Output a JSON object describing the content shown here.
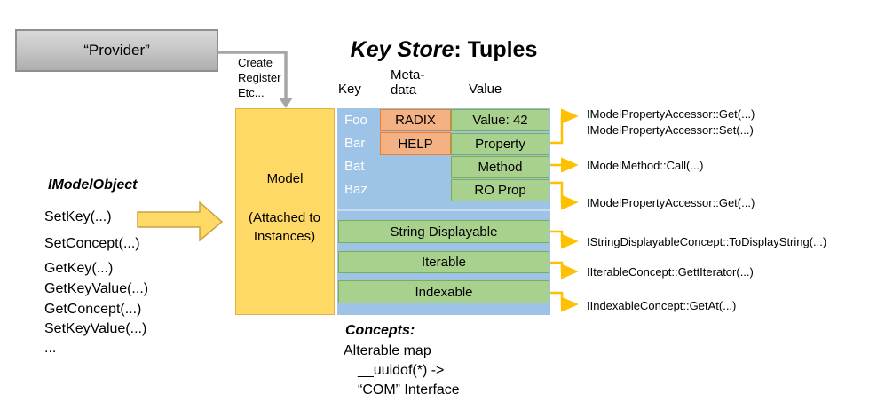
{
  "title": {
    "emphasis": "Key Store",
    "rest": ": Tuples"
  },
  "provider": {
    "label": "“Provider”",
    "actions": [
      "Create",
      "Register",
      "Etc..."
    ]
  },
  "columns": {
    "key": "Key",
    "meta_line1": "Meta-",
    "meta_line2": "data",
    "value": "Value"
  },
  "model": {
    "title": "Model",
    "subtitle": "(Attached to Instances)"
  },
  "table": {
    "keys": [
      "Foo",
      "Bar",
      "Bat",
      "Baz"
    ],
    "metadata": [
      "RADIX",
      "HELP"
    ],
    "values": [
      "Value: 42",
      "Property",
      "Method",
      "RO Prop"
    ],
    "concept_rows": [
      "String Displayable",
      "Iterable",
      "Indexable"
    ]
  },
  "imodel": {
    "heading": "IModelObject",
    "methods": [
      "SetKey(...)",
      "SetConcept(...)",
      "GetKey(...)",
      "GetKeyValue(...)",
      "GetConcept(...)",
      "SetKeyValue(...)",
      "..."
    ]
  },
  "annotations": [
    "IModelPropertyAccessor::Get(...)",
    "IModelPropertyAccessor::Set(...)",
    "IModelMethod::Call(...)",
    "IModelPropertyAccessor::Get(...)",
    "IStringDisplayableConcept::ToDisplayString(...)",
    "IIterableConcept::GettIterator(...)",
    "IIndexableConcept::GetAt(...)"
  ],
  "concepts_note": {
    "heading": "Concepts:",
    "lines": [
      "Alterable map",
      "__uuidof(*) ->",
      "“COM” Interface"
    ]
  },
  "colors": {
    "gold_fill": "#ffd966",
    "blue_fill": "#9dc3e6",
    "green_fill": "#a9d18e",
    "green_border": "#7aad54",
    "salmon_fill": "#f4b183",
    "salmon_border": "#ed7d31",
    "connector_yellow": "#ffc000",
    "connector_gray": "#a6a6a6"
  }
}
